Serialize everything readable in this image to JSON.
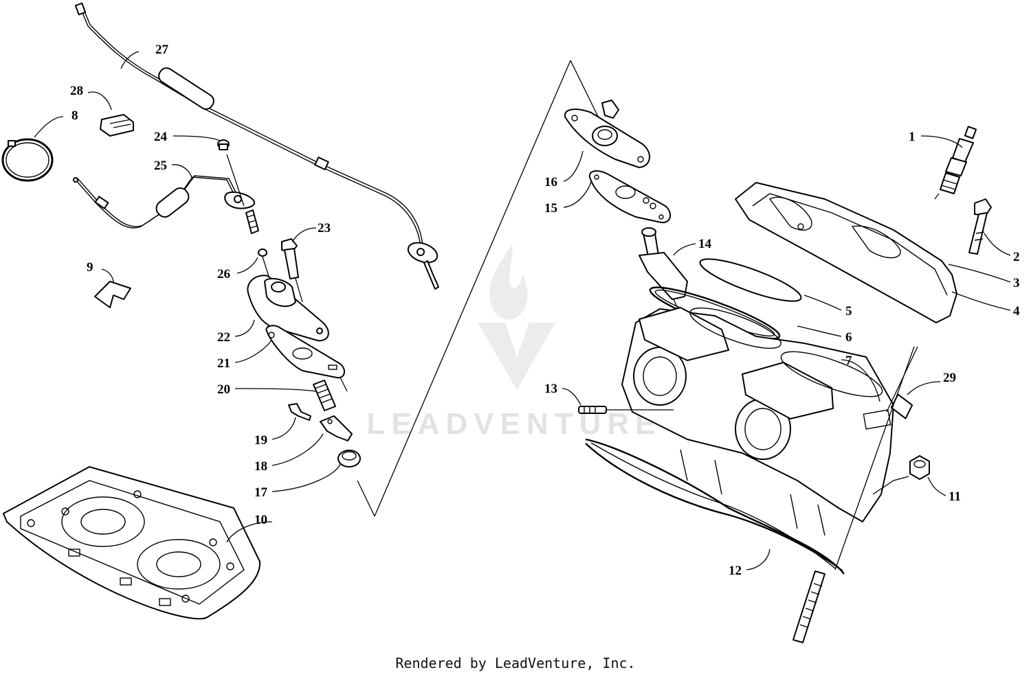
{
  "diagram": {
    "watermark": "LEADVENTURE",
    "footer": "Rendered by LeadVenture, Inc.",
    "callouts": [
      {
        "id": "1",
        "label": "1"
      },
      {
        "id": "2",
        "label": "2"
      },
      {
        "id": "3",
        "label": "3"
      },
      {
        "id": "4",
        "label": "4"
      },
      {
        "id": "5",
        "label": "5"
      },
      {
        "id": "6",
        "label": "6"
      },
      {
        "id": "7",
        "label": "7"
      },
      {
        "id": "8",
        "label": "8"
      },
      {
        "id": "9",
        "label": "9"
      },
      {
        "id": "10",
        "label": "10"
      },
      {
        "id": "11",
        "label": "11"
      },
      {
        "id": "12",
        "label": "12"
      },
      {
        "id": "13",
        "label": "13"
      },
      {
        "id": "14",
        "label": "14"
      },
      {
        "id": "15",
        "label": "15"
      },
      {
        "id": "16",
        "label": "16"
      },
      {
        "id": "17",
        "label": "17"
      },
      {
        "id": "18",
        "label": "18"
      },
      {
        "id": "19",
        "label": "19"
      },
      {
        "id": "20",
        "label": "20"
      },
      {
        "id": "21",
        "label": "21"
      },
      {
        "id": "22",
        "label": "22"
      },
      {
        "id": "23",
        "label": "23"
      },
      {
        "id": "24",
        "label": "24"
      },
      {
        "id": "25",
        "label": "25"
      },
      {
        "id": "26",
        "label": "26"
      },
      {
        "id": "27",
        "label": "27"
      },
      {
        "id": "28",
        "label": "28"
      },
      {
        "id": "29",
        "label": "29"
      }
    ]
  }
}
